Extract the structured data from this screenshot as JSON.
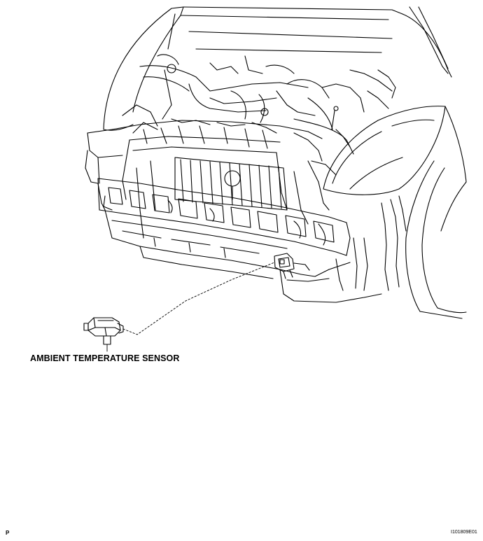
{
  "diagram": {
    "callout_label": "AMBIENT TEMPERATURE SENSOR",
    "page_marker": "P",
    "figure_code": "I101809E01"
  },
  "colors": {
    "line": "#000000",
    "background": "#ffffff"
  }
}
